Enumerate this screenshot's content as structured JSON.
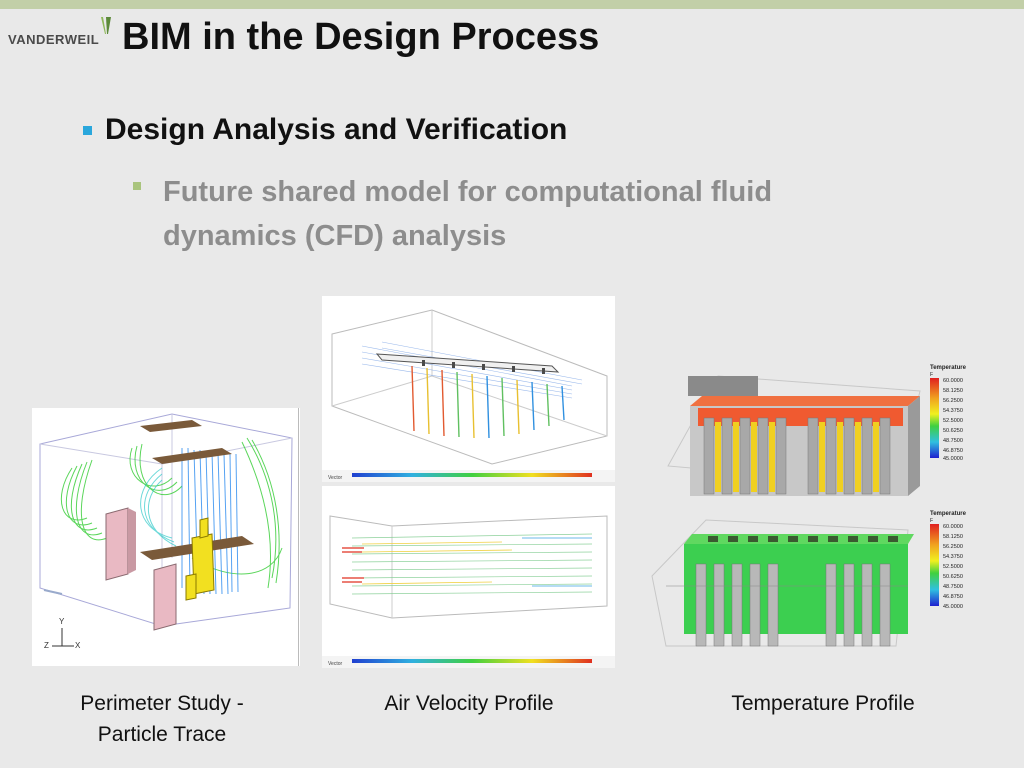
{
  "slide": {
    "logo_text": "VANDERWEIL",
    "title": "BIM in the Design Process",
    "bullet_1": "Design Analysis and Verification",
    "bullet_2": "Future shared model for computational fluid dynamics (CFD) analysis"
  },
  "images": {
    "perimeter": {
      "axis_y": "Y",
      "axis_z": "Z",
      "axis_x": "X"
    },
    "velocity_top": {
      "legend_label": "Vector"
    },
    "velocity_bottom": {
      "legend_label": "Vector"
    },
    "temperature_top": {
      "legend_title": "Temperature",
      "legend_unit": "F",
      "values": [
        "60.0000",
        "58.1250",
        "56.2500",
        "54.3750",
        "52.5000",
        "50.6250",
        "48.7500",
        "46.8750",
        "45.0000"
      ]
    },
    "temperature_bottom": {
      "legend_title": "Temperature",
      "legend_unit": "F",
      "values": [
        "60.0000",
        "58.1250",
        "56.2500",
        "54.3750",
        "52.5000",
        "50.6250",
        "48.7500",
        "46.8750",
        "45.0000"
      ]
    }
  },
  "captions": {
    "perimeter_line1": "Perimeter Study -",
    "perimeter_line2": "Particle Trace",
    "velocity": "Air Velocity Profile",
    "temperature": "Temperature Profile"
  },
  "colors": {
    "top_bar": "#c2cfa8",
    "bullet_1_marker": "#2aa7dc",
    "bullet_2_marker": "#a9c47d",
    "sub_bullet_text": "#8d8d8d"
  }
}
